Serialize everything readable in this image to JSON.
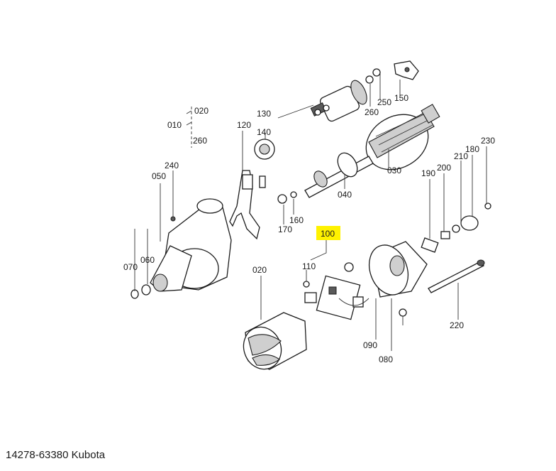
{
  "figure": {
    "caption": "14278-63380 Kubota",
    "highlighted_callout": "100",
    "highlight_color": "#fff200"
  },
  "callouts": {
    "c010": "010",
    "c020a": "020",
    "c260a": "260",
    "c130": "130",
    "c140": "140",
    "c120": "120",
    "c240": "240",
    "c050": "050",
    "c070": "070",
    "c060": "060",
    "c020b": "020",
    "c250": "250",
    "c260b": "260",
    "c150": "150",
    "c030": "030",
    "c040": "040",
    "c160": "160",
    "c170": "170",
    "c100": "100",
    "c110": "110",
    "c190": "190",
    "c200": "200",
    "c210": "210",
    "c180": "180",
    "c230": "230",
    "c220": "220",
    "c090": "090",
    "c080": "080"
  }
}
